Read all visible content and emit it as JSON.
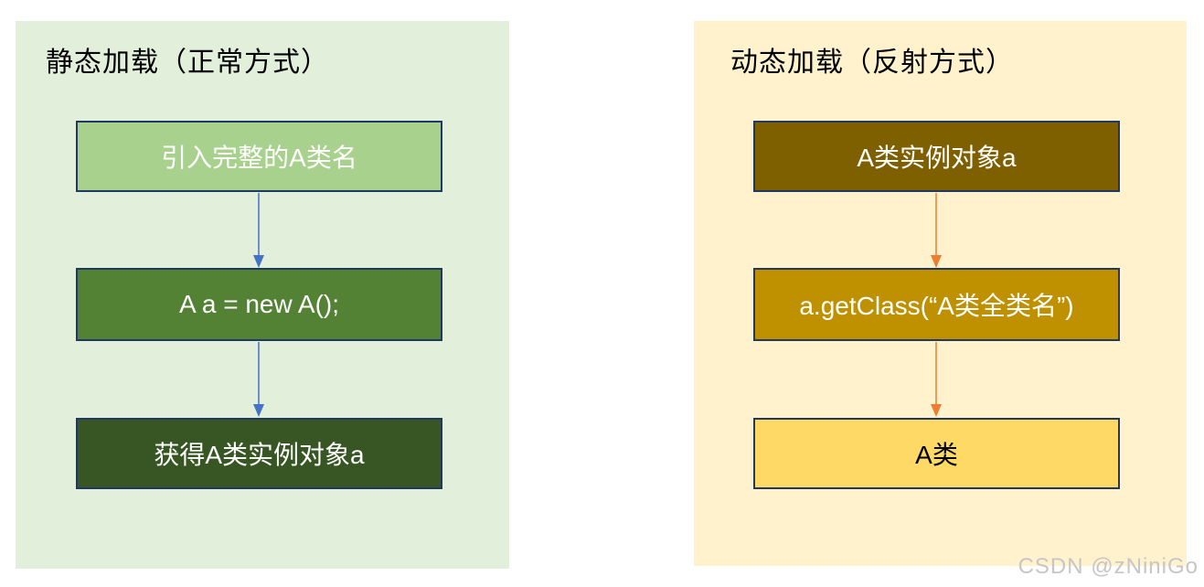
{
  "border_color": "#1f3864",
  "watermark": "CSDN @zNiniGo",
  "panels": [
    {
      "title": "静态加载（正常方式）",
      "background": "#e2efda",
      "arrow_color": "#4472c4",
      "steps": [
        {
          "label": "引入完整的A类名",
          "fill": "#a9d18e",
          "text_color": "#ffffff"
        },
        {
          "label": "A a = new A();",
          "fill": "#548235",
          "text_color": "#ffffff"
        },
        {
          "label": "获得A类实例对象a",
          "fill": "#375623",
          "text_color": "#ffffff"
        }
      ]
    },
    {
      "title": "动态加载（反射方式）",
      "background": "#fff2cc",
      "arrow_color": "#ed7d31",
      "steps": [
        {
          "label": "A类实例对象a",
          "fill": "#7f6000",
          "text_color": "#ffffff"
        },
        {
          "label": "a.getClass(“A类全类名”)",
          "fill": "#bf9000",
          "text_color": "#ffffff"
        },
        {
          "label": "A类",
          "fill": "#ffd966",
          "text_color": "#000000"
        }
      ]
    }
  ]
}
